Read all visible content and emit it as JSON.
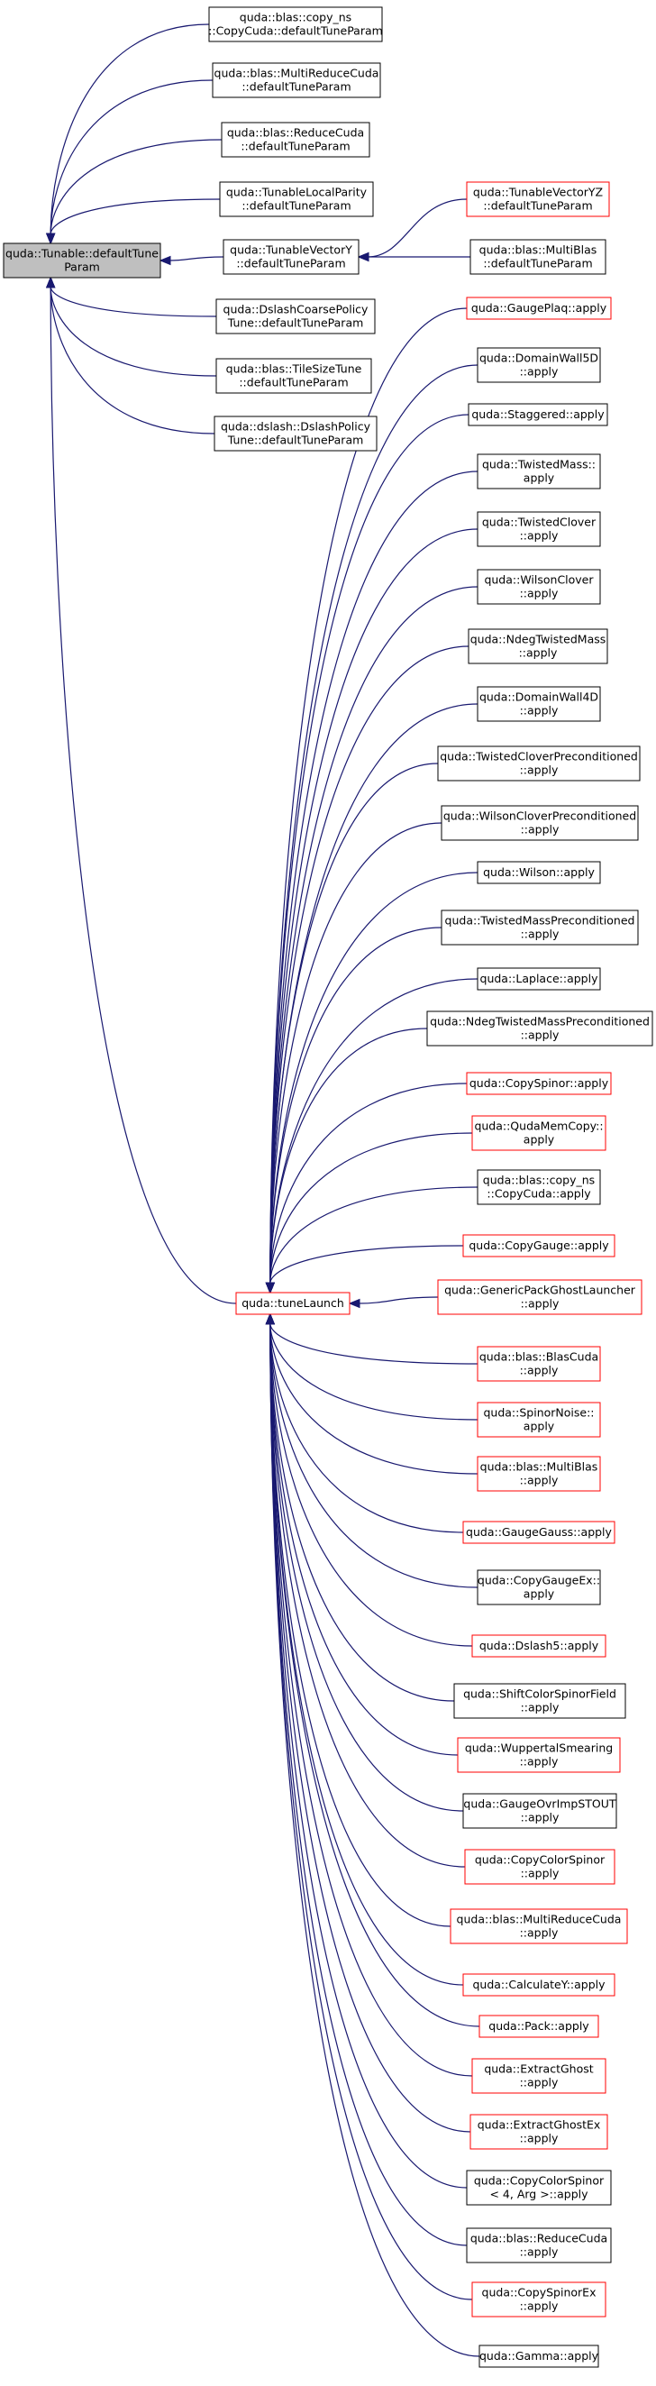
{
  "colors": {
    "edge": "#191970",
    "root_fill": "#bfbfbf",
    "border_default": "#000000",
    "border_truncated": "#ff0000",
    "background": "#ffffff"
  },
  "nodes": [
    {
      "id": "root",
      "lines": [
        "quda::Tunable::defaultTune",
        "Param"
      ],
      "kind": "root"
    },
    {
      "id": "copyns",
      "lines": [
        "quda::blas::copy_ns",
        "::CopyCuda::defaultTuneParam"
      ],
      "kind": "normal"
    },
    {
      "id": "mrc",
      "lines": [
        "quda::blas::MultiReduceCuda",
        "::defaultTuneParam"
      ],
      "kind": "normal"
    },
    {
      "id": "rc",
      "lines": [
        "quda::blas::ReduceCuda",
        "::defaultTuneParam"
      ],
      "kind": "normal"
    },
    {
      "id": "tlp",
      "lines": [
        "quda::TunableLocalParity",
        "::defaultTuneParam"
      ],
      "kind": "normal"
    },
    {
      "id": "tvy",
      "lines": [
        "quda::TunableVectorY",
        "::defaultTuneParam"
      ],
      "kind": "normal"
    },
    {
      "id": "tvyz",
      "lines": [
        "quda::TunableVectorYZ",
        "::defaultTuneParam"
      ],
      "kind": "truncated"
    },
    {
      "id": "mblas",
      "lines": [
        "quda::blas::MultiBlas",
        "::defaultTuneParam"
      ],
      "kind": "normal"
    },
    {
      "id": "dcp",
      "lines": [
        "quda::DslashCoarsePolicy",
        "Tune::defaultTuneParam"
      ],
      "kind": "normal"
    },
    {
      "id": "tss",
      "lines": [
        "quda::blas::TileSizeTune",
        "::defaultTuneParam"
      ],
      "kind": "normal"
    },
    {
      "id": "dpt",
      "lines": [
        "quda::dslash::DslashPolicy",
        "Tune::defaultTuneParam"
      ],
      "kind": "normal"
    },
    {
      "id": "tl",
      "lines": [
        "quda::tuneLaunch"
      ],
      "kind": "truncated"
    },
    {
      "id": "a1",
      "lines": [
        "quda::GaugePlaq::apply"
      ],
      "kind": "truncated"
    },
    {
      "id": "a2",
      "lines": [
        "quda::DomainWall5D",
        "::apply"
      ],
      "kind": "normal"
    },
    {
      "id": "a3",
      "lines": [
        "quda::Staggered::apply"
      ],
      "kind": "normal"
    },
    {
      "id": "a4",
      "lines": [
        "quda::TwistedMass::",
        "apply"
      ],
      "kind": "normal"
    },
    {
      "id": "a5",
      "lines": [
        "quda::TwistedClover",
        "::apply"
      ],
      "kind": "normal"
    },
    {
      "id": "a6",
      "lines": [
        "quda::WilsonClover",
        "::apply"
      ],
      "kind": "normal"
    },
    {
      "id": "a7",
      "lines": [
        "quda::NdegTwistedMass",
        "::apply"
      ],
      "kind": "normal"
    },
    {
      "id": "a8",
      "lines": [
        "quda::DomainWall4D",
        "::apply"
      ],
      "kind": "normal"
    },
    {
      "id": "a9",
      "lines": [
        "quda::TwistedCloverPreconditioned",
        "::apply"
      ],
      "kind": "normal"
    },
    {
      "id": "a10",
      "lines": [
        "quda::WilsonCloverPreconditioned",
        "::apply"
      ],
      "kind": "normal"
    },
    {
      "id": "a11",
      "lines": [
        "quda::Wilson::apply"
      ],
      "kind": "normal"
    },
    {
      "id": "a12",
      "lines": [
        "quda::TwistedMassPreconditioned",
        "::apply"
      ],
      "kind": "normal"
    },
    {
      "id": "a13",
      "lines": [
        "quda::Laplace::apply"
      ],
      "kind": "normal"
    },
    {
      "id": "a14",
      "lines": [
        "quda::NdegTwistedMassPreconditioned",
        "::apply"
      ],
      "kind": "normal"
    },
    {
      "id": "a15",
      "lines": [
        "quda::CopySpinor::apply"
      ],
      "kind": "truncated"
    },
    {
      "id": "a16",
      "lines": [
        "quda::QudaMemCopy::",
        "apply"
      ],
      "kind": "truncated"
    },
    {
      "id": "a17",
      "lines": [
        "quda::blas::copy_ns",
        "::CopyCuda::apply"
      ],
      "kind": "normal"
    },
    {
      "id": "a18",
      "lines": [
        "quda::CopyGauge::apply"
      ],
      "kind": "truncated"
    },
    {
      "id": "a19",
      "lines": [
        "quda::GenericPackGhostLauncher",
        "::apply"
      ],
      "kind": "truncated"
    },
    {
      "id": "a20",
      "lines": [
        "quda::blas::BlasCuda",
        "::apply"
      ],
      "kind": "truncated"
    },
    {
      "id": "a21",
      "lines": [
        "quda::SpinorNoise::",
        "apply"
      ],
      "kind": "truncated"
    },
    {
      "id": "a22",
      "lines": [
        "quda::blas::MultiBlas",
        "::apply"
      ],
      "kind": "truncated"
    },
    {
      "id": "a23",
      "lines": [
        "quda::GaugeGauss::apply"
      ],
      "kind": "truncated"
    },
    {
      "id": "a24",
      "lines": [
        "quda::CopyGaugeEx::",
        "apply"
      ],
      "kind": "normal"
    },
    {
      "id": "a25",
      "lines": [
        "quda::Dslash5::apply"
      ],
      "kind": "truncated"
    },
    {
      "id": "a26",
      "lines": [
        "quda::ShiftColorSpinorField",
        "::apply"
      ],
      "kind": "normal"
    },
    {
      "id": "a27",
      "lines": [
        "quda::WuppertalSmearing",
        "::apply"
      ],
      "kind": "truncated"
    },
    {
      "id": "a28",
      "lines": [
        "quda::GaugeOvrImpSTOUT",
        "::apply"
      ],
      "kind": "normal"
    },
    {
      "id": "a29",
      "lines": [
        "quda::CopyColorSpinor",
        "::apply"
      ],
      "kind": "truncated"
    },
    {
      "id": "a30",
      "lines": [
        "quda::blas::MultiReduceCuda",
        "::apply"
      ],
      "kind": "truncated"
    },
    {
      "id": "a31",
      "lines": [
        "quda::CalculateY::apply"
      ],
      "kind": "truncated"
    },
    {
      "id": "a32",
      "lines": [
        "quda::Pack::apply"
      ],
      "kind": "truncated"
    },
    {
      "id": "a33",
      "lines": [
        "quda::ExtractGhost",
        "::apply"
      ],
      "kind": "truncated"
    },
    {
      "id": "a34",
      "lines": [
        "quda::ExtractGhostEx",
        "::apply"
      ],
      "kind": "truncated"
    },
    {
      "id": "a35",
      "lines": [
        "quda::CopyColorSpinor",
        "< 4, Arg >::apply"
      ],
      "kind": "normal"
    },
    {
      "id": "a36",
      "lines": [
        "quda::blas::ReduceCuda",
        "::apply"
      ],
      "kind": "normal"
    },
    {
      "id": "a37",
      "lines": [
        "quda::CopySpinorEx",
        "::apply"
      ],
      "kind": "truncated"
    },
    {
      "id": "a38",
      "lines": [
        "quda::Gamma::apply"
      ],
      "kind": "normal"
    }
  ],
  "edges": [
    {
      "from": "copyns",
      "to": "root"
    },
    {
      "from": "mrc",
      "to": "root"
    },
    {
      "from": "rc",
      "to": "root"
    },
    {
      "from": "tlp",
      "to": "root"
    },
    {
      "from": "tvy",
      "to": "root"
    },
    {
      "from": "dcp",
      "to": "root"
    },
    {
      "from": "tss",
      "to": "root"
    },
    {
      "from": "dpt",
      "to": "root"
    },
    {
      "from": "tl",
      "to": "root"
    },
    {
      "from": "tvyz",
      "to": "tvy"
    },
    {
      "from": "mblas",
      "to": "tvy"
    },
    {
      "from": "a1",
      "to": "tl"
    },
    {
      "from": "a2",
      "to": "tl"
    },
    {
      "from": "a3",
      "to": "tl"
    },
    {
      "from": "a4",
      "to": "tl"
    },
    {
      "from": "a5",
      "to": "tl"
    },
    {
      "from": "a6",
      "to": "tl"
    },
    {
      "from": "a7",
      "to": "tl"
    },
    {
      "from": "a8",
      "to": "tl"
    },
    {
      "from": "a9",
      "to": "tl"
    },
    {
      "from": "a10",
      "to": "tl"
    },
    {
      "from": "a11",
      "to": "tl"
    },
    {
      "from": "a12",
      "to": "tl"
    },
    {
      "from": "a13",
      "to": "tl"
    },
    {
      "from": "a14",
      "to": "tl"
    },
    {
      "from": "a15",
      "to": "tl"
    },
    {
      "from": "a16",
      "to": "tl"
    },
    {
      "from": "a17",
      "to": "tl"
    },
    {
      "from": "a18",
      "to": "tl"
    },
    {
      "from": "a19",
      "to": "tl"
    },
    {
      "from": "a20",
      "to": "tl"
    },
    {
      "from": "a21",
      "to": "tl"
    },
    {
      "from": "a22",
      "to": "tl"
    },
    {
      "from": "a23",
      "to": "tl"
    },
    {
      "from": "a24",
      "to": "tl"
    },
    {
      "from": "a25",
      "to": "tl"
    },
    {
      "from": "a26",
      "to": "tl"
    },
    {
      "from": "a27",
      "to": "tl"
    },
    {
      "from": "a28",
      "to": "tl"
    },
    {
      "from": "a29",
      "to": "tl"
    },
    {
      "from": "a30",
      "to": "tl"
    },
    {
      "from": "a31",
      "to": "tl"
    },
    {
      "from": "a32",
      "to": "tl"
    },
    {
      "from": "a33",
      "to": "tl"
    },
    {
      "from": "a34",
      "to": "tl"
    },
    {
      "from": "a35",
      "to": "tl"
    },
    {
      "from": "a36",
      "to": "tl"
    },
    {
      "from": "a37",
      "to": "tl"
    },
    {
      "from": "a38",
      "to": "tl"
    }
  ]
}
